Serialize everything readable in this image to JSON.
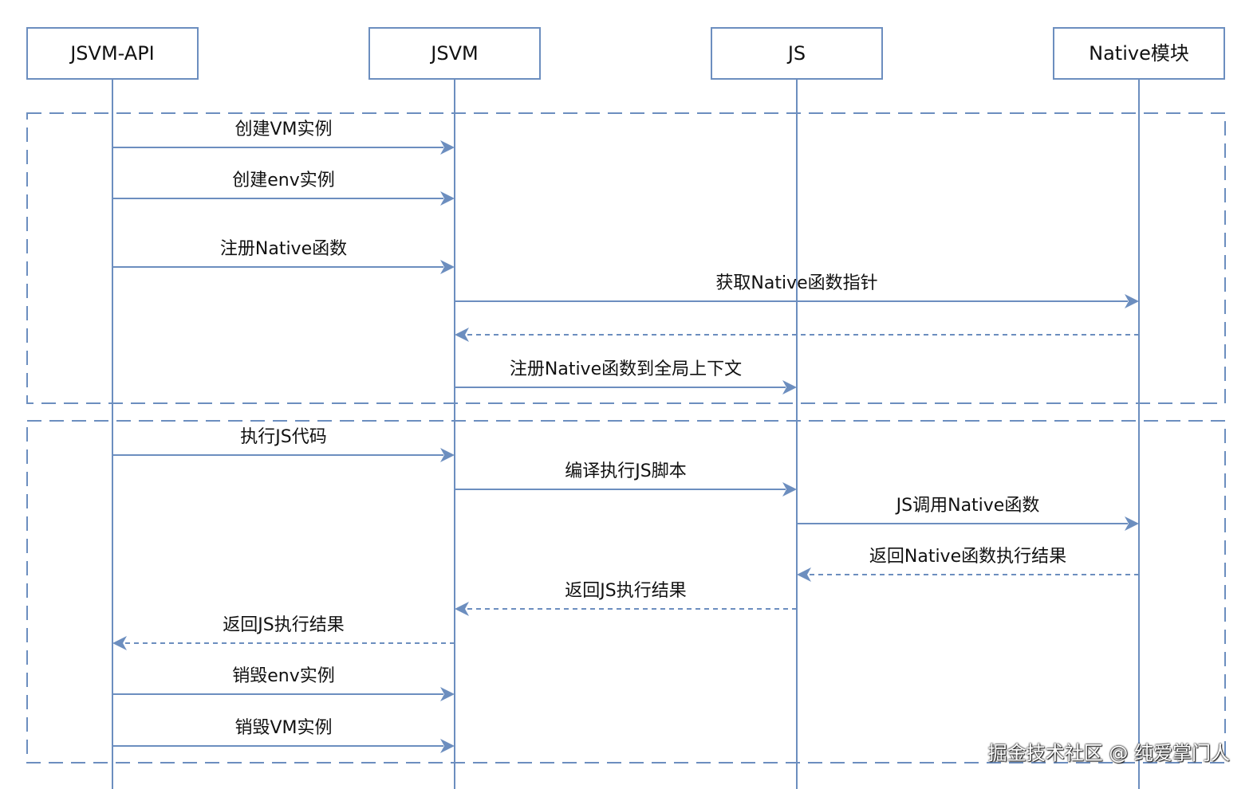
{
  "participants": [
    {
      "id": "jsvm_api",
      "label": "JSVM-API"
    },
    {
      "id": "jsvm",
      "label": "JSVM"
    },
    {
      "id": "js",
      "label": "JS"
    },
    {
      "id": "native",
      "label": "Native模块"
    }
  ],
  "groups": [
    {
      "id": "setup"
    },
    {
      "id": "execution"
    }
  ],
  "messages": [
    {
      "from": "jsvm_api",
      "to": "jsvm",
      "label": "创建VM实例",
      "style": "solid"
    },
    {
      "from": "jsvm_api",
      "to": "jsvm",
      "label": "创建env实例",
      "style": "solid"
    },
    {
      "from": "jsvm_api",
      "to": "jsvm",
      "label": "注册Native函数",
      "style": "solid"
    },
    {
      "from": "jsvm",
      "to": "native",
      "label": "获取Native函数指针",
      "style": "solid"
    },
    {
      "from": "native",
      "to": "jsvm",
      "label": "",
      "style": "dashed"
    },
    {
      "from": "jsvm",
      "to": "js",
      "label": "注册Native函数到全局上下文",
      "style": "solid"
    },
    {
      "from": "jsvm_api",
      "to": "jsvm",
      "label": "执行JS代码",
      "style": "solid"
    },
    {
      "from": "jsvm",
      "to": "js",
      "label": "编译执行JS脚本",
      "style": "solid"
    },
    {
      "from": "js",
      "to": "native",
      "label": "JS调用Native函数",
      "style": "solid"
    },
    {
      "from": "native",
      "to": "js",
      "label": "返回Native函数执行结果",
      "style": "dashed"
    },
    {
      "from": "js",
      "to": "jsvm",
      "label": "返回JS执行结果",
      "style": "dashed"
    },
    {
      "from": "jsvm",
      "to": "jsvm_api",
      "label": "返回JS执行结果",
      "style": "dashed"
    },
    {
      "from": "jsvm_api",
      "to": "jsvm",
      "label": "销毁env实例",
      "style": "solid"
    },
    {
      "from": "jsvm_api",
      "to": "jsvm",
      "label": "销毁VM实例",
      "style": "solid"
    }
  ],
  "watermark": "掘金技术社区 @ 纯爱掌门人"
}
